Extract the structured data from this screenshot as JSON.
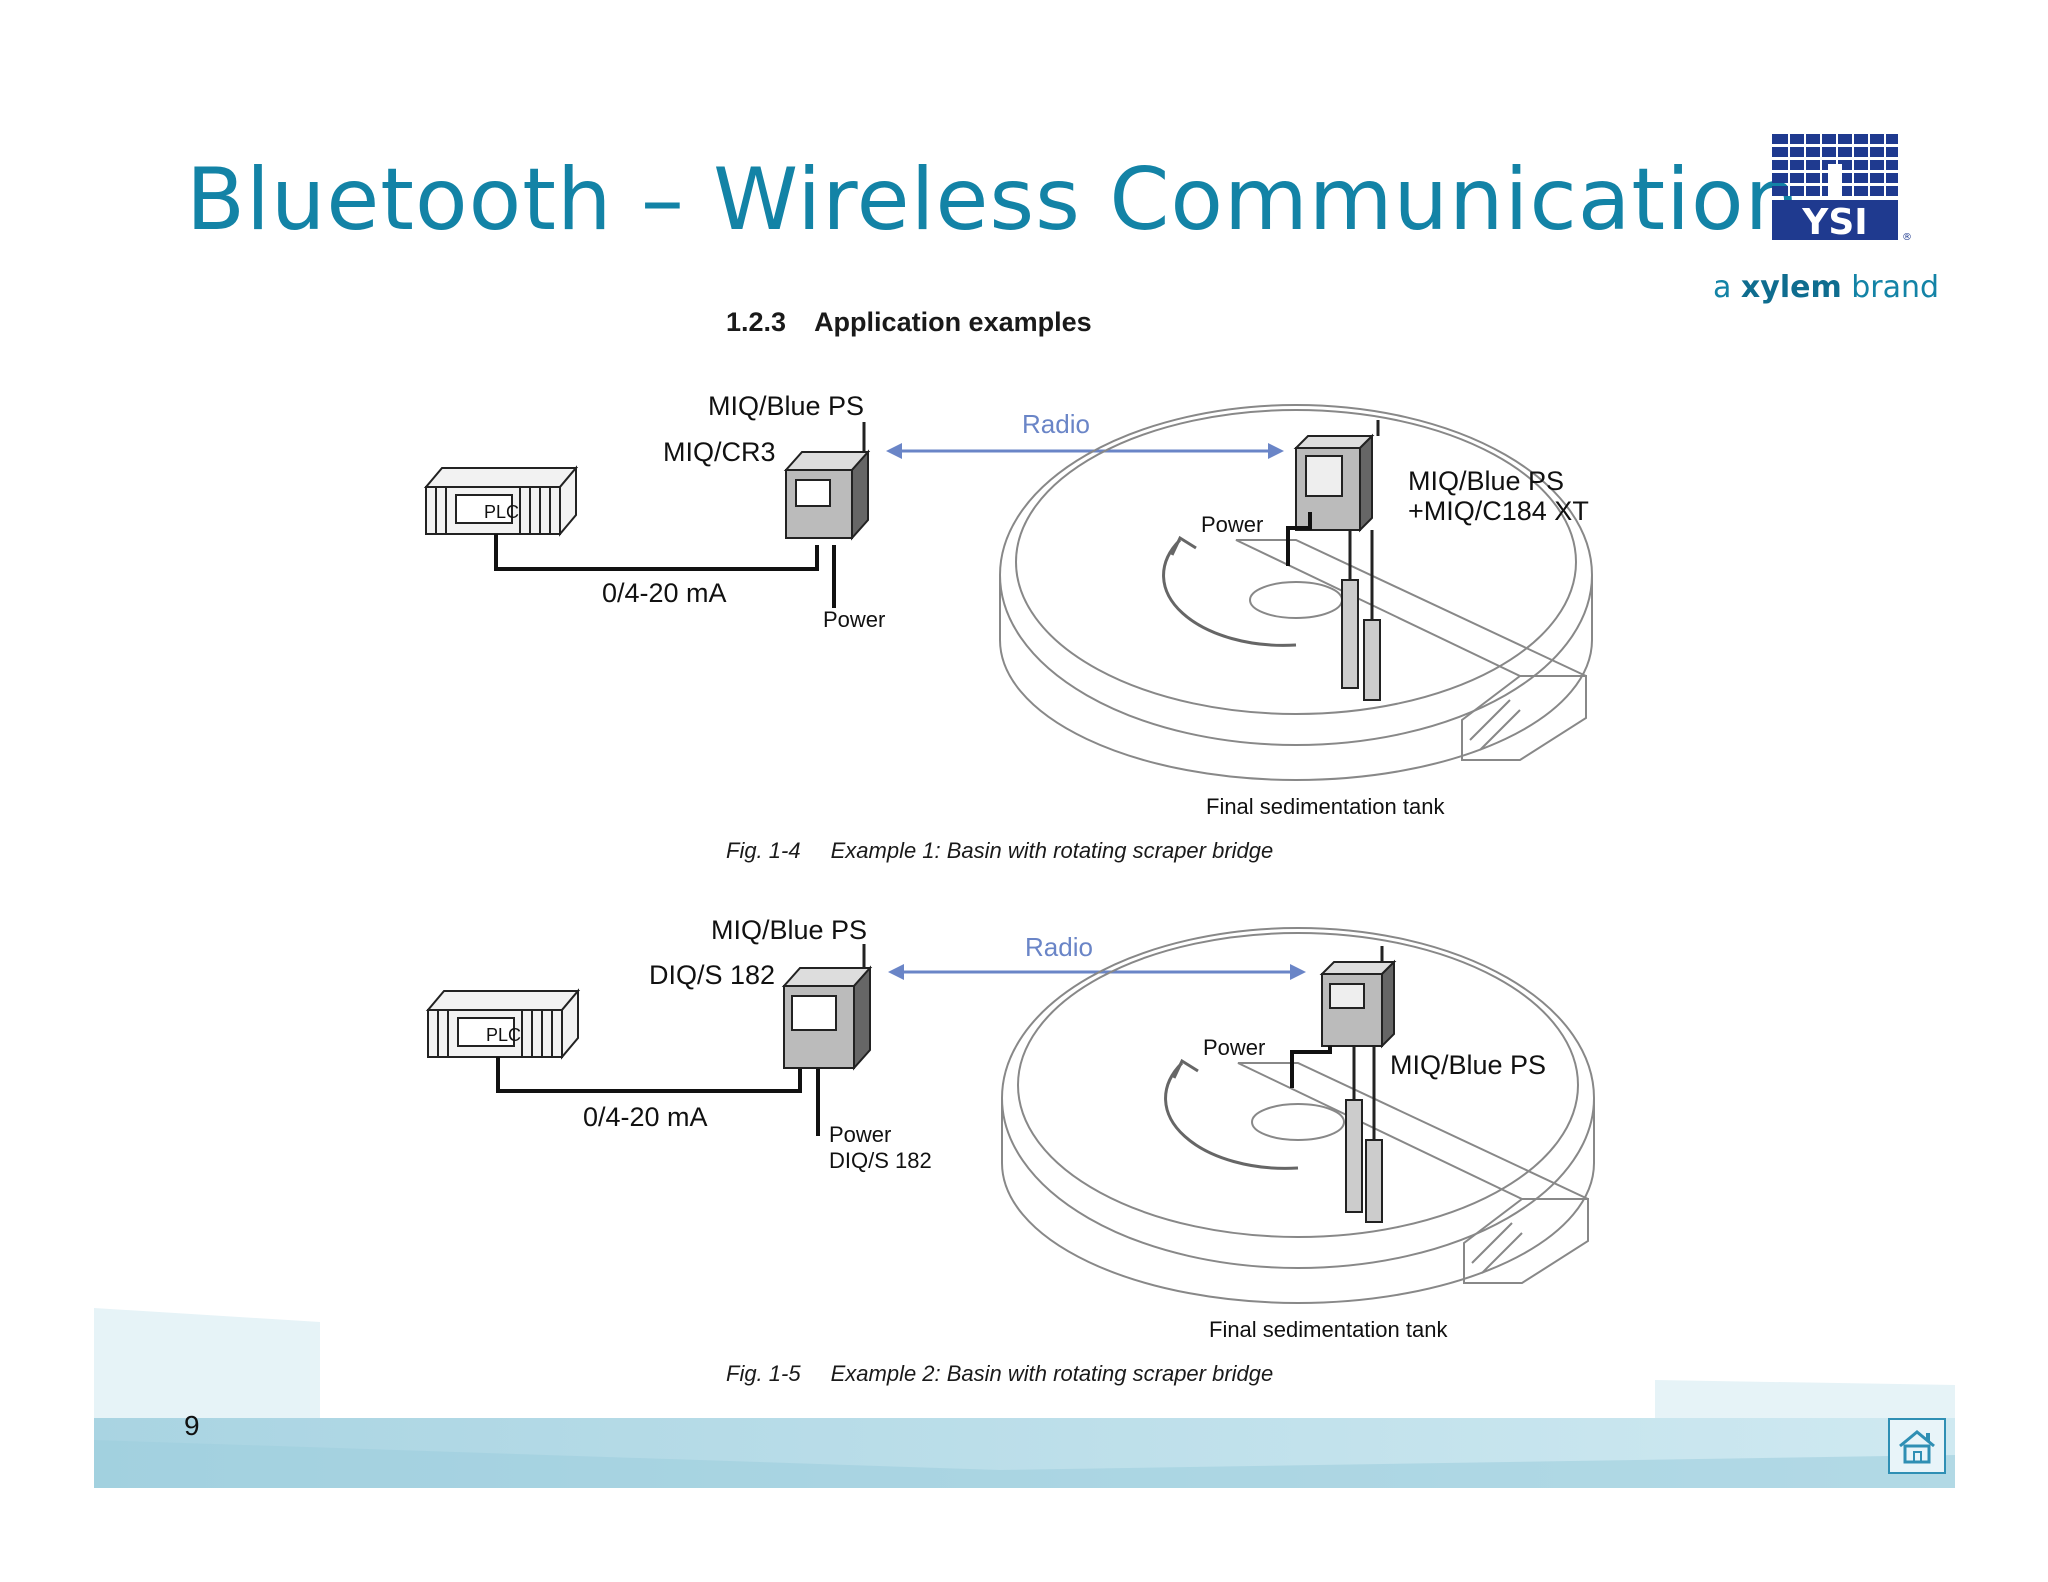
{
  "slide": {
    "title": "Bluetooth – Wireless Communication",
    "page_number": "9",
    "brand": {
      "logo_text": "YSI",
      "tagline_prefix": "a ",
      "tagline_brand": "xylem",
      "tagline_suffix": " brand"
    },
    "colors": {
      "title": "#1383a6",
      "radio": "#6a85c7",
      "footer_band": "#b9dde8"
    }
  },
  "document": {
    "section_number": "1.2.3",
    "section_title": "Application examples",
    "figures": [
      {
        "labels": {
          "top_device": "MIQ/Blue PS",
          "left_device": "MIQ/CR3",
          "plc": "PLC",
          "signal": "0/4-20 mA",
          "power_left": "Power",
          "radio": "Radio",
          "power_right": "Power",
          "right_device_line1": "MIQ/Blue PS",
          "right_device_line2": "+MIQ/C184 XT",
          "tank": "Final sedimentation tank"
        },
        "fig_number": "Fig. 1-4",
        "caption": "Example 1: Basin with rotating scraper bridge"
      },
      {
        "labels": {
          "top_device": "MIQ/Blue PS",
          "left_device": "DIQ/S 182",
          "plc": "PLC",
          "signal": "0/4-20 mA",
          "power_left_line1": "Power",
          "power_left_line2": "DIQ/S 182",
          "radio": "Radio",
          "power_right": "Power",
          "right_device": "MIQ/Blue PS",
          "tank": "Final sedimentation tank"
        },
        "fig_number": "Fig. 1-5",
        "caption": "Example 2: Basin with rotating scraper bridge"
      }
    ]
  }
}
